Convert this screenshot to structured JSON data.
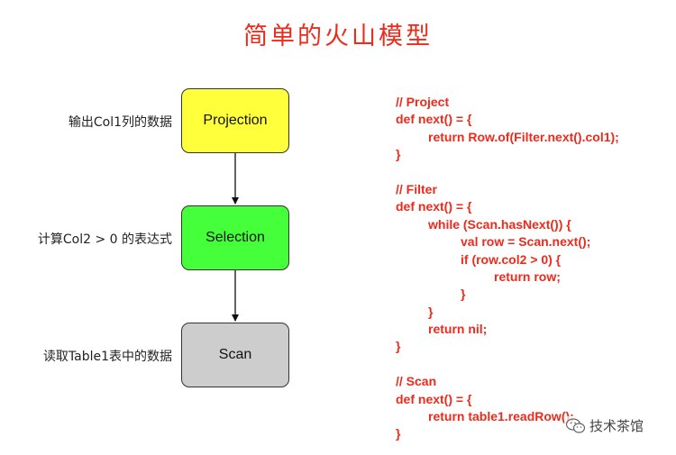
{
  "title": "简单的火山模型",
  "nodes": [
    {
      "label": "Projection",
      "color": "#ffff3c",
      "annotation": "输出Col1列的数据"
    },
    {
      "label": "Selection",
      "color": "#44ff3a",
      "annotation": "计算Col2 > 0 的表达式"
    },
    {
      "label": "Scan",
      "color": "#cdcdcd",
      "annotation": "读取Table1表中的数据"
    }
  ],
  "code": [
    {
      "text": "// Project",
      "indent": 0
    },
    {
      "text": "def next() = {",
      "indent": 0
    },
    {
      "text": "return Row.of(Filter.next().col1);",
      "indent": 1
    },
    {
      "text": "}",
      "indent": 0
    },
    {
      "text": "",
      "indent": 0
    },
    {
      "text": "// Filter",
      "indent": 0
    },
    {
      "text": "def next() = {",
      "indent": 0
    },
    {
      "text": "while (Scan.hasNext()) {",
      "indent": 1
    },
    {
      "text": "val row = Scan.next();",
      "indent": 2
    },
    {
      "text": "if (row.col2 > 0) {",
      "indent": 2
    },
    {
      "text": "return row;",
      "indent": 3
    },
    {
      "text": "}",
      "indent": 2
    },
    {
      "text": "}",
      "indent": 1
    },
    {
      "text": "return nil;",
      "indent": 1
    },
    {
      "text": "}",
      "indent": 0
    },
    {
      "text": "",
      "indent": 0
    },
    {
      "text": "// Scan",
      "indent": 0
    },
    {
      "text": "def next() = {",
      "indent": 0
    },
    {
      "text": "return table1.readRow();",
      "indent": 1
    },
    {
      "text": "}",
      "indent": 0
    }
  ],
  "watermark": "技术茶馆",
  "colors": {
    "title": "#ee2a1b",
    "code": "#ee2a1b"
  }
}
